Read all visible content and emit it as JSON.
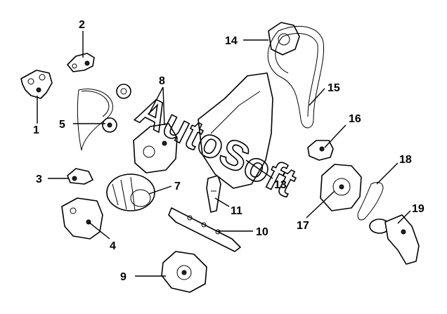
{
  "watermark": "AutoSoft",
  "callouts": [
    {
      "id": "1",
      "label": "1"
    },
    {
      "id": "2",
      "label": "2"
    },
    {
      "id": "3",
      "label": "3"
    },
    {
      "id": "4",
      "label": "4"
    },
    {
      "id": "5",
      "label": "5"
    },
    {
      "id": "7",
      "label": "7"
    },
    {
      "id": "8",
      "label": "8"
    },
    {
      "id": "9",
      "label": "9"
    },
    {
      "id": "10",
      "label": "10"
    },
    {
      "id": "11",
      "label": "11"
    },
    {
      "id": "13",
      "label": "13"
    },
    {
      "id": "14",
      "label": "14"
    },
    {
      "id": "15",
      "label": "15"
    },
    {
      "id": "16",
      "label": "16"
    },
    {
      "id": "17",
      "label": "17"
    },
    {
      "id": "18",
      "label": "18"
    },
    {
      "id": "19",
      "label": "19"
    }
  ]
}
